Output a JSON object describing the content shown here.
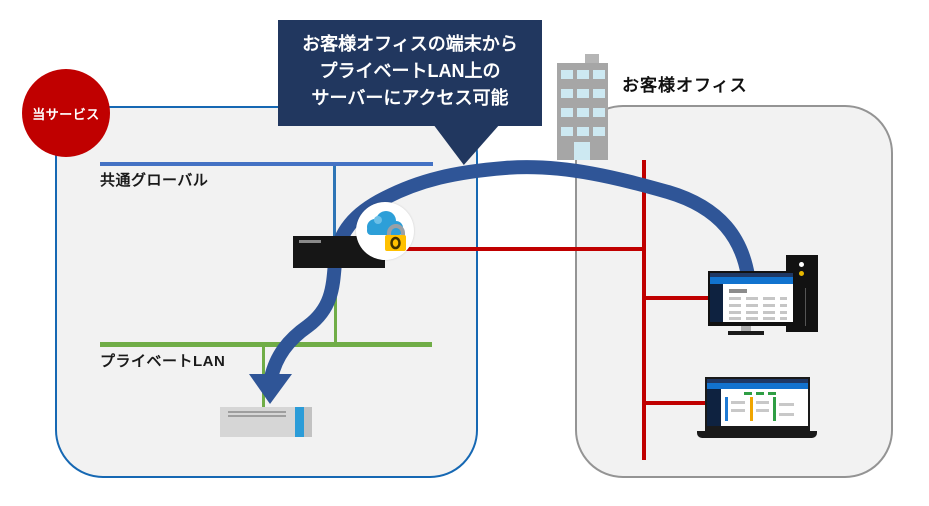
{
  "badge": {
    "label": "当サービス"
  },
  "callout": {
    "line1": "お客様オフィスの端末から",
    "line2": "プライベートLAN上の",
    "line3": "サーバーにアクセス可能"
  },
  "service_zone": {
    "global_label": "共通グローバル",
    "private_label": "プライベートLAN"
  },
  "customer_zone": {
    "label": "お客様オフィス"
  },
  "icons": {
    "cloud_lock": "cloud-with-padlock",
    "building": "office-building",
    "router": "black-appliance",
    "server": "rack-server",
    "desktop": "desktop-pc-with-tower",
    "laptop": "laptop-dashboard",
    "arrow": "thick-curved-arrow"
  },
  "colors": {
    "badge_red": "#c00000",
    "callout_navy": "#21375f",
    "global_line_blue": "#4472c4",
    "private_line_green": "#70ad47",
    "red_line": "#c00000",
    "curve_blue": "#2f5597",
    "service_border_blue": "#1668b3",
    "customer_border_gray": "#949494",
    "zone_fill": "#f2f2f2",
    "lock_yellow": "#ffc000",
    "cloud_blue": "#2d9fd8"
  }
}
